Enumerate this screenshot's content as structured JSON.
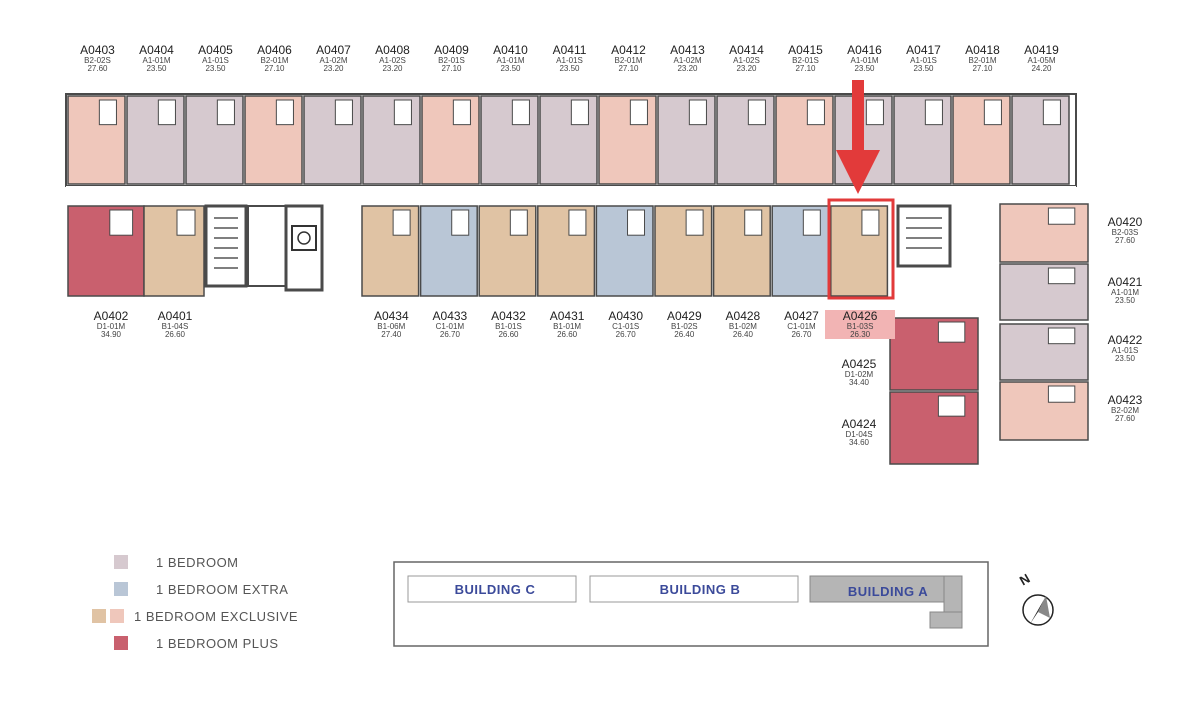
{
  "colors": {
    "one_bedroom": "#d6c9cf",
    "one_bedroom_extra": "#b9c6d6",
    "exclusive_tan": "#e0c3a4",
    "exclusive_pink": "#efc7bb",
    "one_bedroom_plus": "#c9606e",
    "highlight": "#e23a3a",
    "corridor": "#ffffff",
    "wall": "#4a4a4a"
  },
  "units_top": [
    {
      "code": "A0403",
      "type": "B2-02S",
      "area": "27.60"
    },
    {
      "code": "A0404",
      "type": "A1-01M",
      "area": "23.50"
    },
    {
      "code": "A0405",
      "type": "A1-01S",
      "area": "23.50"
    },
    {
      "code": "A0406",
      "type": "B2-01M",
      "area": "27.10"
    },
    {
      "code": "A0407",
      "type": "A1-02M",
      "area": "23.20"
    },
    {
      "code": "A0408",
      "type": "A1-02S",
      "area": "23.20"
    },
    {
      "code": "A0409",
      "type": "B2-01S",
      "area": "27.10"
    },
    {
      "code": "A0410",
      "type": "A1-01M",
      "area": "23.50"
    },
    {
      "code": "A0411",
      "type": "A1-01S",
      "area": "23.50"
    },
    {
      "code": "A0412",
      "type": "B2-01M",
      "area": "27.10"
    },
    {
      "code": "A0413",
      "type": "A1-02M",
      "area": "23.20"
    },
    {
      "code": "A0414",
      "type": "A1-02S",
      "area": "23.20"
    },
    {
      "code": "A0415",
      "type": "B2-01S",
      "area": "27.10"
    },
    {
      "code": "A0416",
      "type": "A1-01M",
      "area": "23.50"
    },
    {
      "code": "A0417",
      "type": "A1-01S",
      "area": "23.50"
    },
    {
      "code": "A0418",
      "type": "B2-01M",
      "area": "27.10"
    },
    {
      "code": "A0419",
      "type": "A1-05M",
      "area": "24.20"
    }
  ],
  "units_bottom": [
    {
      "code": "A0402",
      "type": "D1-01M",
      "area": "34.90"
    },
    {
      "code": "A0401",
      "type": "B1-04S",
      "area": "26.60"
    },
    {
      "code": "A0434",
      "type": "B1-06M",
      "area": "27.40"
    },
    {
      "code": "A0433",
      "type": "C1-01M",
      "area": "26.70"
    },
    {
      "code": "A0432",
      "type": "B1-01S",
      "area": "26.60"
    },
    {
      "code": "A0431",
      "type": "B1-01M",
      "area": "26.60"
    },
    {
      "code": "A0430",
      "type": "C1-01S",
      "area": "26.70"
    },
    {
      "code": "A0429",
      "type": "B1-02S",
      "area": "26.40"
    },
    {
      "code": "A0428",
      "type": "B1-02M",
      "area": "26.40"
    },
    {
      "code": "A0427",
      "type": "C1-01M",
      "area": "26.70"
    },
    {
      "code": "A0426",
      "type": "B1-03S",
      "area": "26.30"
    }
  ],
  "units_right": [
    {
      "code": "A0420",
      "type": "B2-03S",
      "area": "27.60"
    },
    {
      "code": "A0421",
      "type": "A1-01M",
      "area": "23.50"
    },
    {
      "code": "A0422",
      "type": "A1-01S",
      "area": "23.50"
    },
    {
      "code": "A0423",
      "type": "B2-02M",
      "area": "27.60"
    }
  ],
  "units_wing": [
    {
      "code": "A0425",
      "type": "D1-02M",
      "area": "34.40"
    },
    {
      "code": "A0424",
      "type": "D1-04S",
      "area": "34.60"
    }
  ],
  "legend": [
    {
      "label": "1 BEDROOM",
      "colors": [
        "#d6c9cf"
      ]
    },
    {
      "label": "1 BEDROOM EXTRA",
      "colors": [
        "#b9c6d6"
      ]
    },
    {
      "label": "1 BEDROOM EXCLUSIVE",
      "colors": [
        "#e0c3a4",
        "#efc7bb"
      ]
    },
    {
      "label": "1 BEDROOM PLUS",
      "colors": [
        "#c9606e"
      ]
    }
  ],
  "buildings": {
    "c": "BUILDING C",
    "b": "BUILDING B",
    "a": "BUILDING A"
  },
  "compass": {
    "label": "N"
  }
}
